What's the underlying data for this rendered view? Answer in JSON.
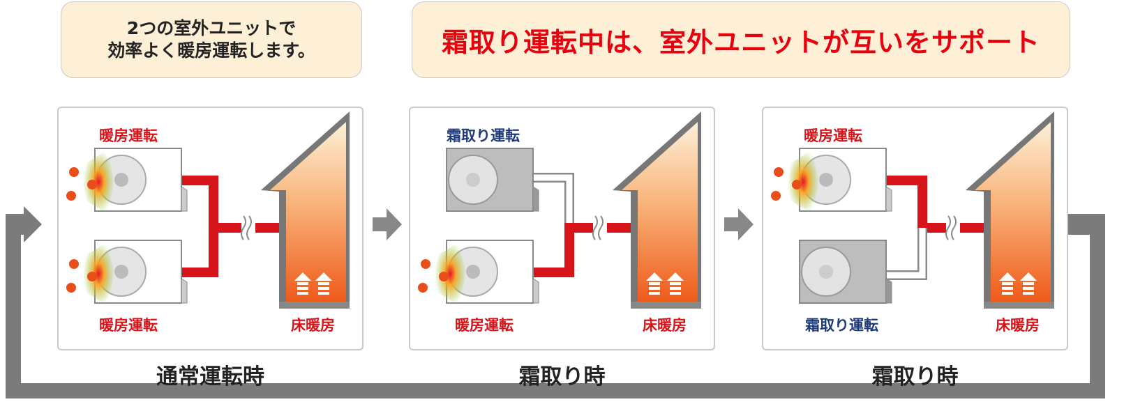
{
  "header": {
    "left_line1": "2つの室外ユニットで",
    "left_line2": "効率よく暖房運転します。",
    "right": "霜取り運転中は、室外ユニットが互いをサポート"
  },
  "panels": [
    {
      "top_label": "暖房運転",
      "bottom_label": "暖房運転",
      "floor_label": "床暖房",
      "caption": "通常運転時"
    },
    {
      "top_label": "霜取り運転",
      "bottom_label": "暖房運転",
      "floor_label": "床暖房",
      "caption": "霜取り時"
    },
    {
      "top_label": "暖房運転",
      "bottom_label": "霜取り運転",
      "floor_label": "床暖房",
      "caption": "霜取り時"
    }
  ],
  "colors": {
    "heating": "#d7141a",
    "defrost": "#1f3a78",
    "callout_bg": "#fdf0d6",
    "arrow": "#7b7b7b"
  },
  "icons": [
    "outdoor-unit-icon",
    "fan-icon",
    "house-icon",
    "flow-arrow-icon",
    "loop-arrow-icon"
  ]
}
